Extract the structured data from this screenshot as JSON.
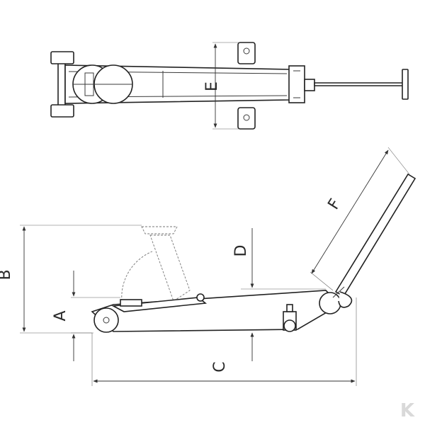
{
  "diagram": {
    "labels": {
      "A": "A",
      "B": "B",
      "C": "C",
      "D": "D",
      "E": "E",
      "F": "F"
    },
    "watermark": "K"
  }
}
